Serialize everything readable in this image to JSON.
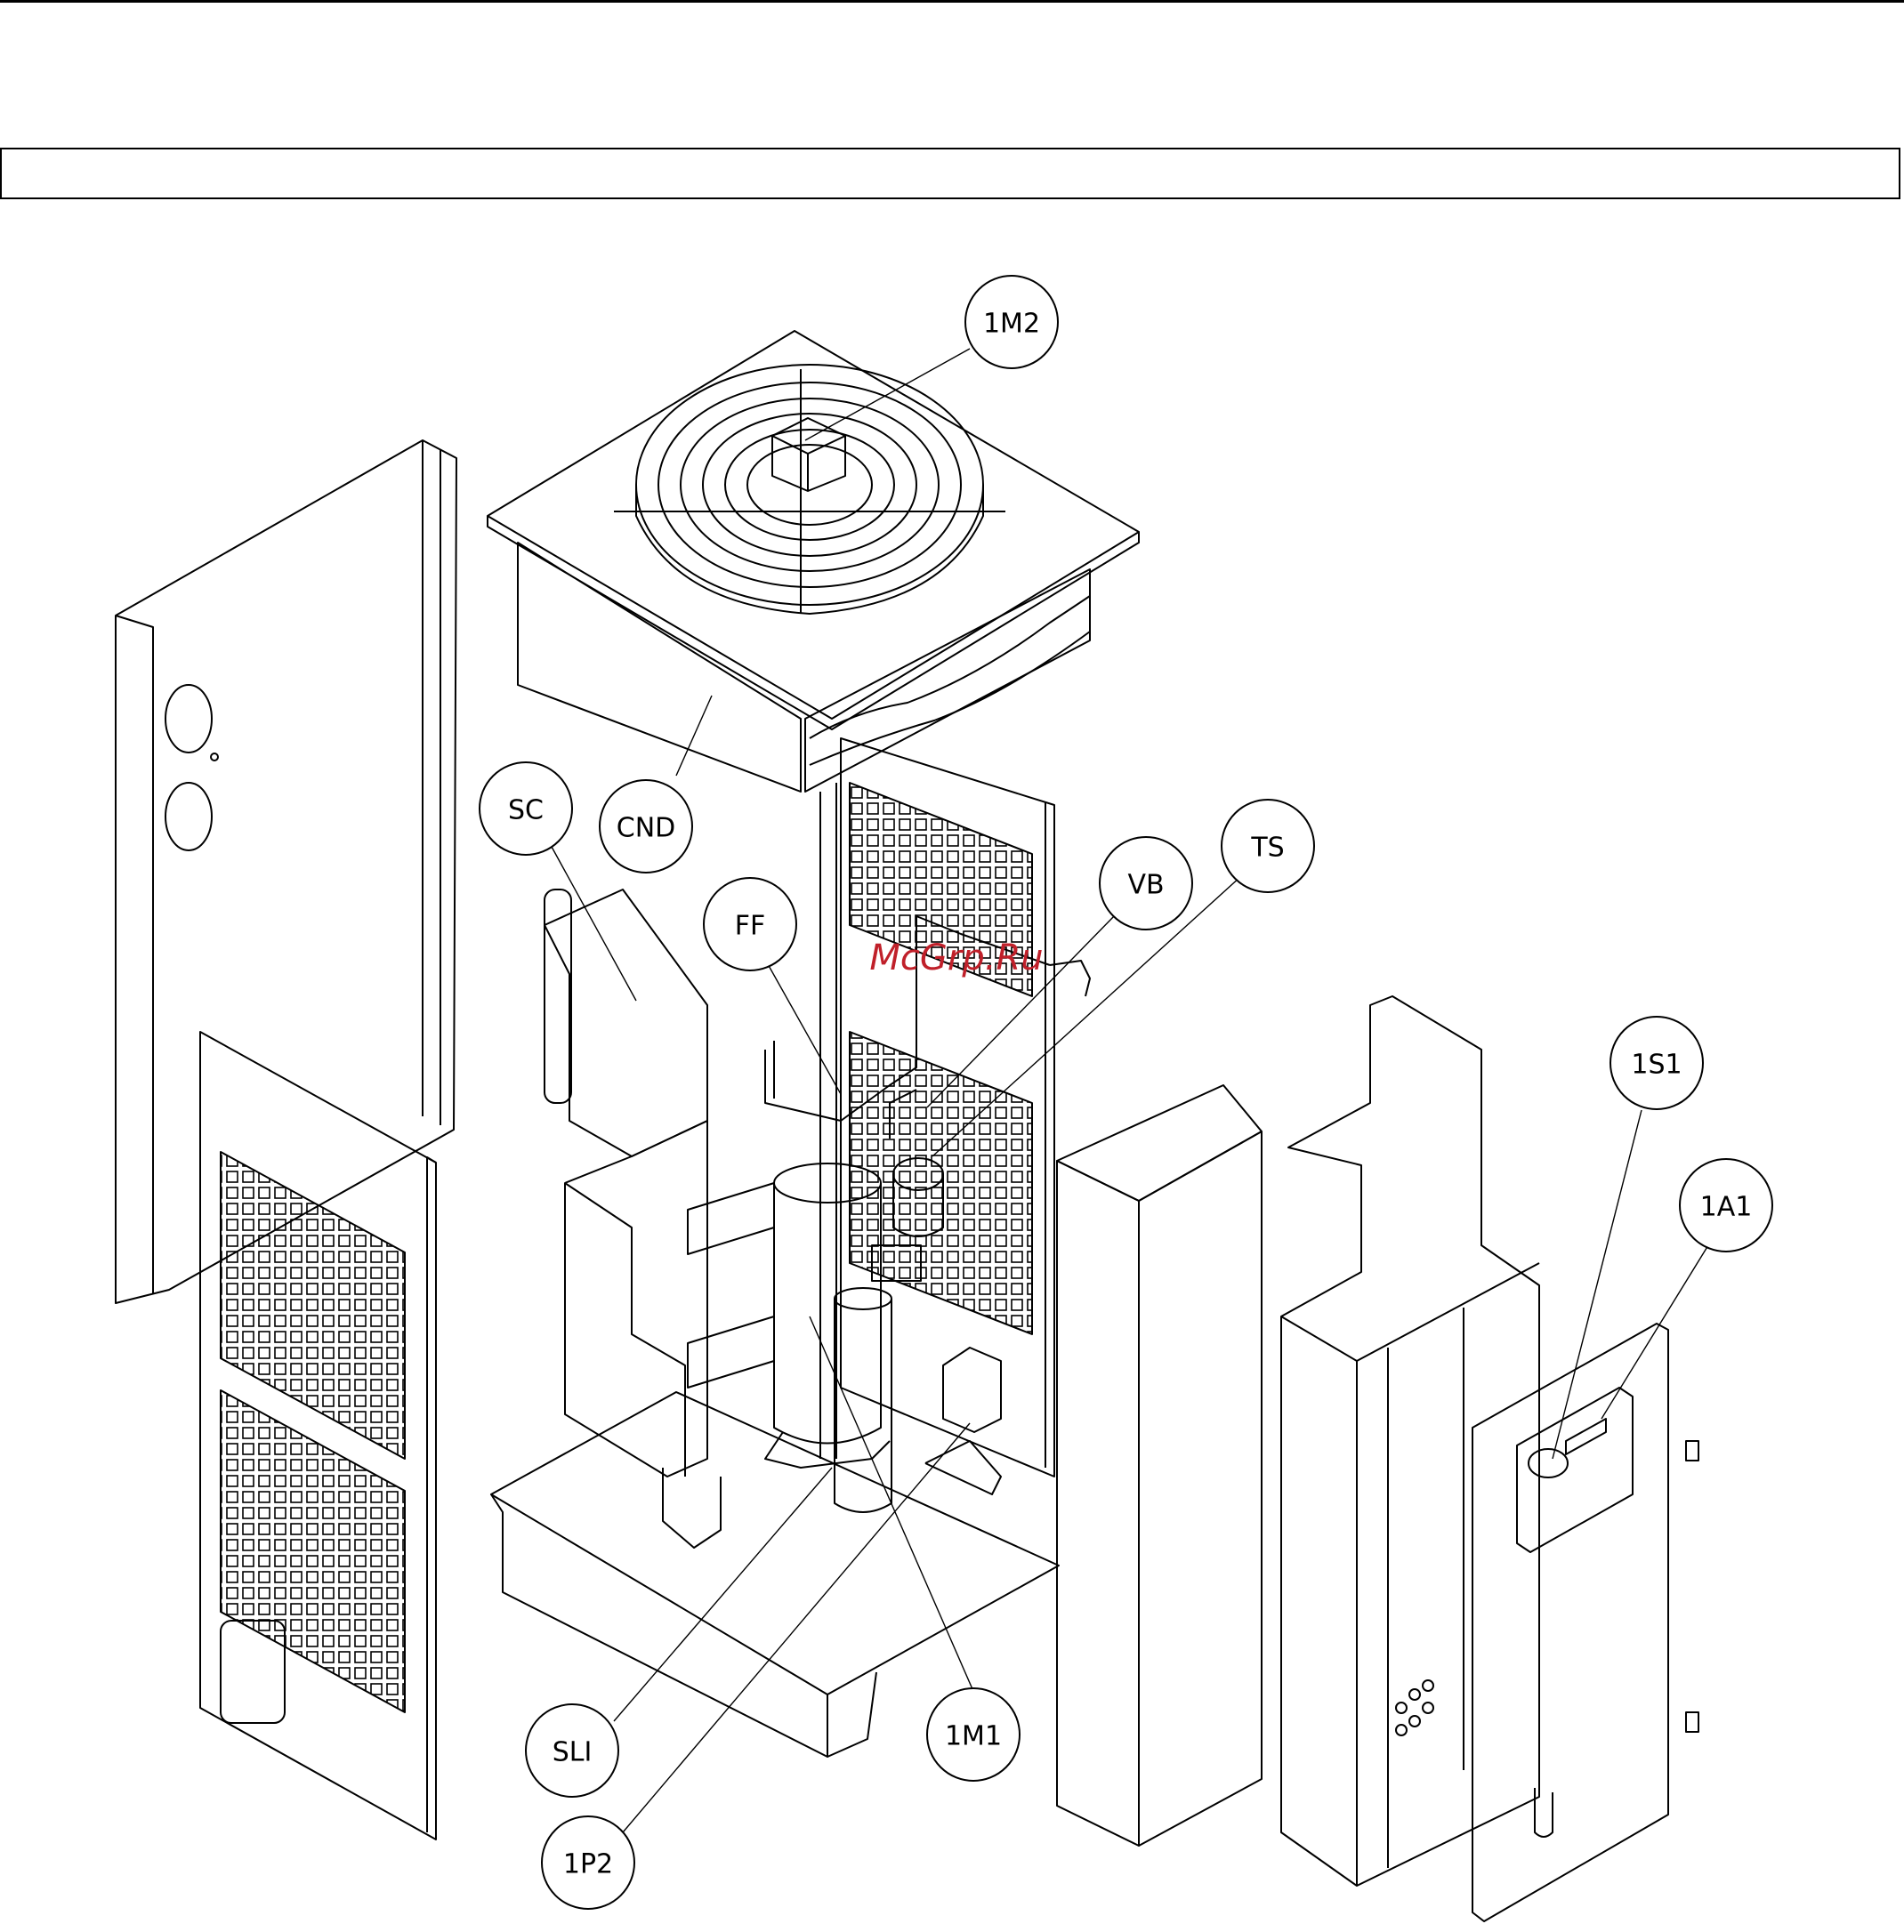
{
  "figure": {
    "callouts": [
      {
        "id": "1M2",
        "label": "1M2"
      },
      {
        "id": "CND",
        "label": "CND"
      },
      {
        "id": "SC",
        "label": "SC"
      },
      {
        "id": "FF",
        "label": "FF"
      },
      {
        "id": "VB",
        "label": "VB"
      },
      {
        "id": "TS",
        "label": "TS"
      },
      {
        "id": "1S1",
        "label": "1S1"
      },
      {
        "id": "1A1",
        "label": "1A1"
      },
      {
        "id": "1M1",
        "label": "1M1"
      },
      {
        "id": "SLI",
        "label": "SLI"
      },
      {
        "id": "1P2",
        "label": "1P2"
      }
    ],
    "watermark": "McGrp.Ru"
  },
  "colors": {
    "line": "#000000",
    "watermark": "#c0202a",
    "paper": "#ffffff"
  }
}
